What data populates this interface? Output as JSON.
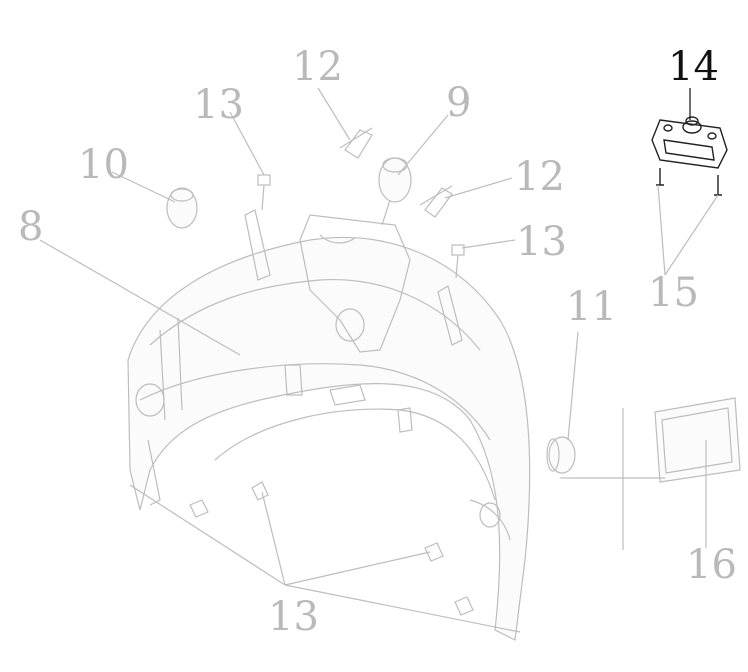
{
  "diagram": {
    "callouts": [
      {
        "id": "8",
        "label": "8"
      },
      {
        "id": "9",
        "label": "9"
      },
      {
        "id": "10",
        "label": "10"
      },
      {
        "id": "11",
        "label": "11"
      },
      {
        "id": "12a",
        "label": "12"
      },
      {
        "id": "12b",
        "label": "12"
      },
      {
        "id": "13a",
        "label": "13"
      },
      {
        "id": "13b",
        "label": "13"
      },
      {
        "id": "13c",
        "label": "13"
      },
      {
        "id": "14",
        "label": "14"
      },
      {
        "id": "15",
        "label": "15"
      },
      {
        "id": "16",
        "label": "16"
      }
    ],
    "highlighted_part": "14",
    "colors": {
      "faded_line": "#bdbdbd",
      "highlight_line": "#111111",
      "background": "#ffffff"
    }
  }
}
